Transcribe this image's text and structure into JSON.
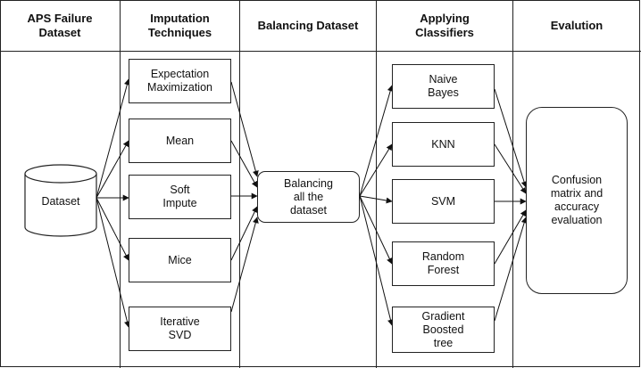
{
  "columns": [
    {
      "id": "aps",
      "title": "APS Failure\nDataset"
    },
    {
      "id": "imputation",
      "title": "Imputation\nTechniques"
    },
    {
      "id": "balancing",
      "title": "Balancing  Dataset"
    },
    {
      "id": "classifiers",
      "title": "Applying\nClassifiers"
    },
    {
      "id": "evaluation",
      "title": "Evalution"
    }
  ],
  "dataset": {
    "label": "Dataset"
  },
  "imputation_methods": [
    "Expectation\nMaximization",
    "Mean",
    "Soft\nImpute",
    "Mice",
    "Iterative\nSVD"
  ],
  "balancing": {
    "label": "Balancing\nall the\ndataset"
  },
  "classifiers": [
    "Naive\nBayes",
    "KNN",
    "SVM",
    "Random\nForest",
    "Gradient\nBoosted\ntree"
  ],
  "evaluation": {
    "label": "Confusion\nmatrix and\naccuracy\nevaluation"
  }
}
